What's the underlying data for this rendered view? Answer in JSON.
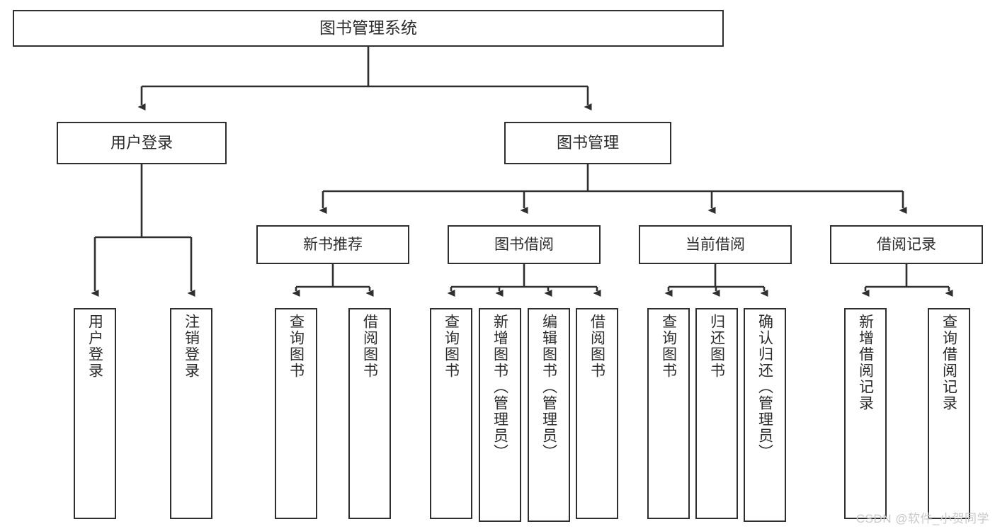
{
  "diagram": {
    "title": "图书管理系统",
    "type": "hierarchy-tree",
    "colors": {
      "box_border": "#2f2f2f",
      "box_fill": "#ffffff",
      "text": "#2b2b2b",
      "connector": "#2f2f2f",
      "background": "#ffffff",
      "watermark": "#c9c9c9"
    },
    "root": {
      "label": "图书管理系统"
    },
    "tier1": [
      {
        "label": "用户登录"
      },
      {
        "label": "图书管理"
      }
    ],
    "tier2": [
      {
        "label": "新书推荐"
      },
      {
        "label": "图书借阅"
      },
      {
        "label": "当前借阅"
      },
      {
        "label": "借阅记录"
      }
    ],
    "leaves": {
      "user_login": [
        {
          "label": "用户登录"
        },
        {
          "label": "注销登录"
        }
      ],
      "new_book_rec": [
        {
          "label": "查询图书"
        },
        {
          "label": "借阅图书"
        }
      ],
      "book_borrow": [
        {
          "label": "查询图书"
        },
        {
          "label": "新增图书（管理员）"
        },
        {
          "label": "编辑图书（管理员）"
        },
        {
          "label": "借阅图书"
        }
      ],
      "current_borrow": [
        {
          "label": "查询图书"
        },
        {
          "label": "归还图书"
        },
        {
          "label": "确认归还（管理员）"
        }
      ],
      "borrow_record": [
        {
          "label": "新增借阅记录"
        },
        {
          "label": "查询借阅记录"
        }
      ]
    }
  },
  "watermark": {
    "text": "CSDN @软件_小贺同学"
  }
}
